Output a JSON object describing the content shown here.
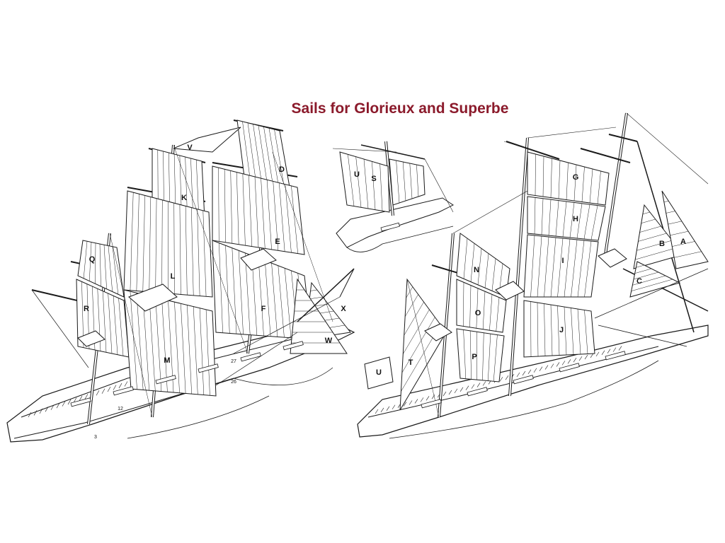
{
  "title": "Sails for Glorieux and Superbe",
  "colors": {
    "title": "#8b1a2b",
    "ink": "#1a1a1a",
    "background": "#ffffff"
  },
  "left_ship": {
    "sail_labels": [
      "V",
      "D",
      "K",
      "Q",
      "L",
      "E",
      "R",
      "M",
      "F",
      "X",
      "W"
    ],
    "deck_numbers": [
      "27",
      "26",
      "12",
      "3"
    ]
  },
  "inset_ship": {
    "sail_labels": [
      "U",
      "S"
    ]
  },
  "right_ship": {
    "sail_labels": [
      "G",
      "H",
      "I",
      "N",
      "B",
      "A",
      "C",
      "O",
      "J",
      "U",
      "T",
      "P"
    ]
  }
}
